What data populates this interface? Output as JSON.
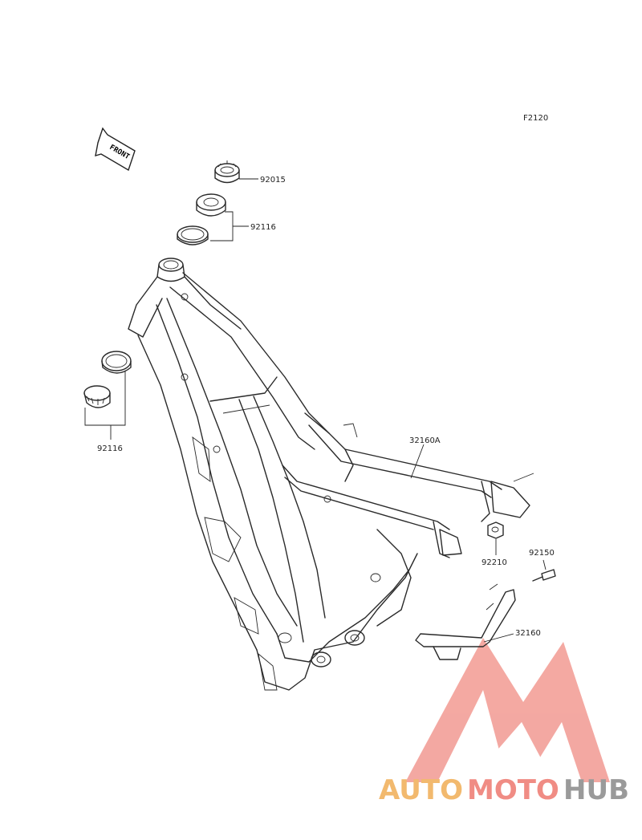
{
  "figure_code": "F2120",
  "front_arrow_label": "FRONT",
  "parts": [
    {
      "id": "p92015",
      "number": "92015"
    },
    {
      "id": "p92116_top",
      "number": "92116"
    },
    {
      "id": "p92116_bottom",
      "number": "92116"
    },
    {
      "id": "p32160A",
      "number": "32160A"
    },
    {
      "id": "p92210",
      "number": "92210"
    },
    {
      "id": "p92150",
      "number": "92150"
    },
    {
      "id": "p32160",
      "number": "32160"
    }
  ],
  "watermark": {
    "part1": "AUTO",
    "part2": "MOTO",
    "part3": "HUB",
    "colors": {
      "auto": "#f2b96e",
      "moto": "#f08c84",
      "hub": "#9a9a9a",
      "logo": "#f29a92"
    }
  }
}
